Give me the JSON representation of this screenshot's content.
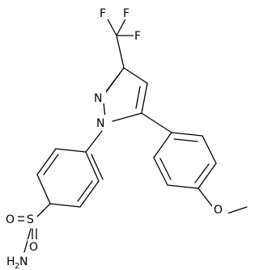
{
  "molecule": {
    "atoms": {
      "f1": "F",
      "f2": "F",
      "f3": "F",
      "n2": "N",
      "n1": "N",
      "o_ome": "O",
      "s": "S",
      "o_s1": "O",
      "o_s2": "O",
      "nh2_n": "N",
      "nh2_h": "H",
      "nh2_sub": "2"
    }
  }
}
